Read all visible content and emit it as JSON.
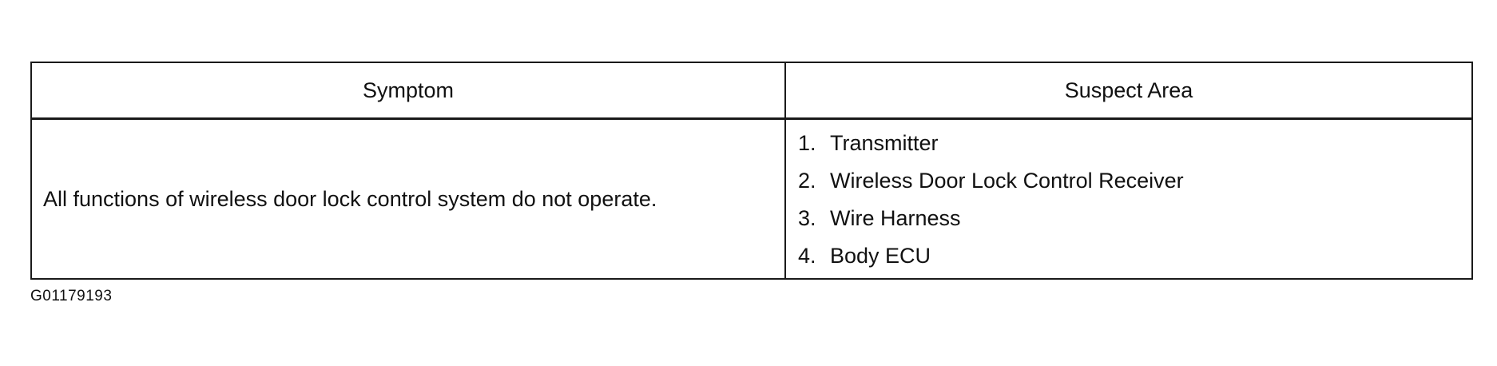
{
  "table": {
    "headers": {
      "symptom": "Symptom",
      "suspect_area": "Suspect Area"
    },
    "rows": [
      {
        "symptom": "All functions of wireless door lock control system do not operate.",
        "suspect_areas": [
          {
            "num": "1.",
            "label": "Transmitter"
          },
          {
            "num": "2.",
            "label": "Wireless Door Lock Control Receiver"
          },
          {
            "num": "3.",
            "label": "Wire Harness"
          },
          {
            "num": "4.",
            "label": "Body ECU"
          }
        ]
      }
    ]
  },
  "figure_id": "G01179193"
}
